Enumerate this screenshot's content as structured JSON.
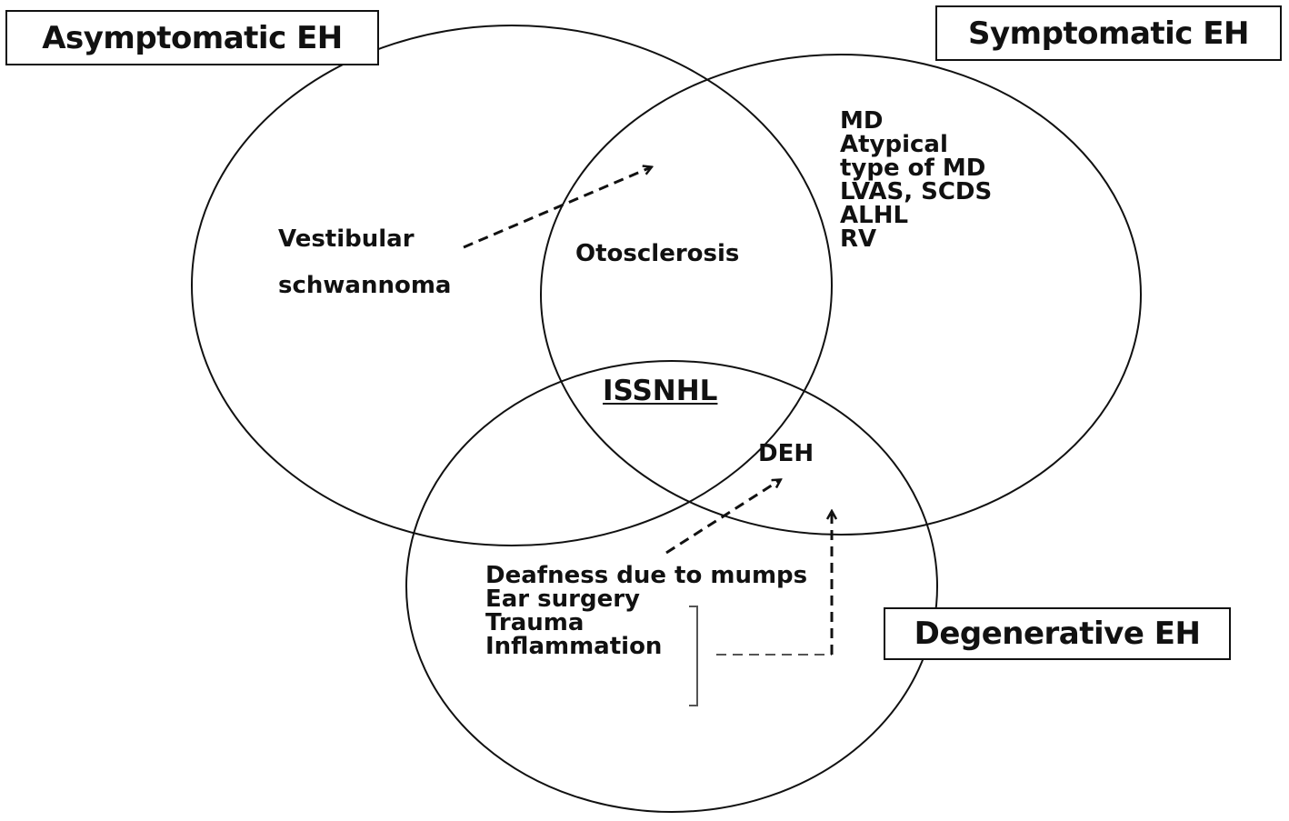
{
  "categories": {
    "asymptomatic": "Asymptomatic EH",
    "symptomatic": "Symptomatic EH",
    "degenerative": "Degenerative EH"
  },
  "asymptomatic_items": [
    "Vestibular",
    "schwannoma"
  ],
  "overlap_asym_sym": "Otosclerosis",
  "center": "ISSNHL",
  "overlap_sym_deg": "DEH",
  "symptomatic_items": [
    "MD",
    "Atypical",
    "type of MD",
    "LVAS, SCDS",
    "ALHL",
    "RV"
  ],
  "degenerative_items": [
    "Deafness due to mumps",
    "Ear surgery",
    "Trauma",
    "Inflammation"
  ]
}
